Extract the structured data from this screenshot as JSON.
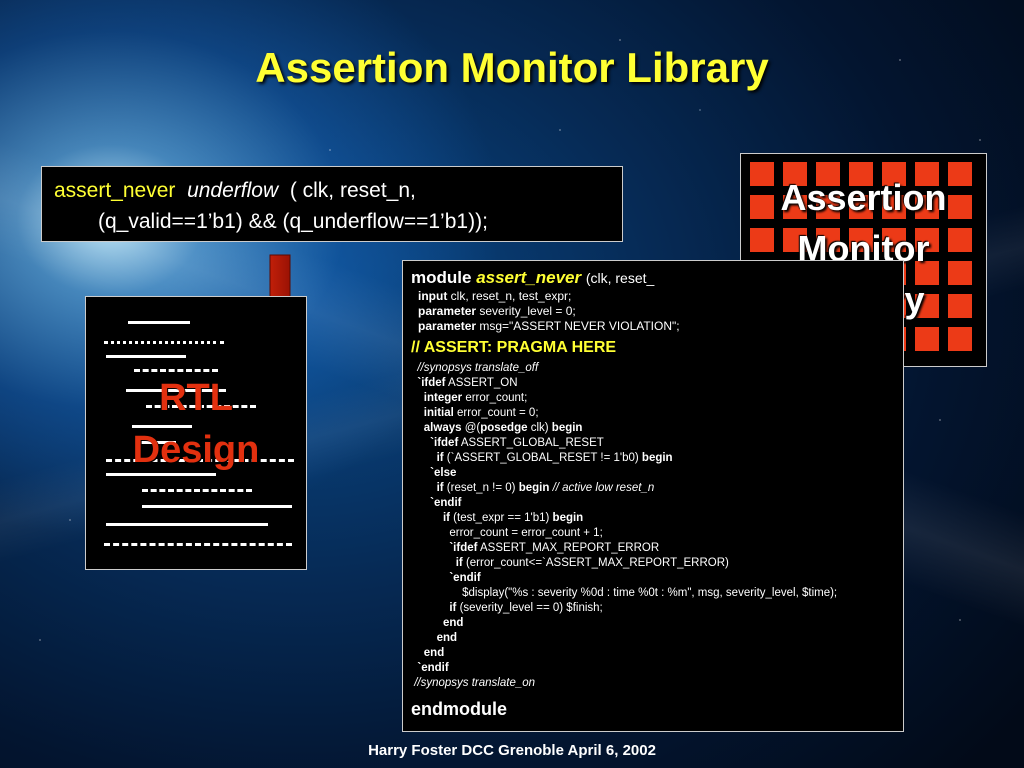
{
  "slide": {
    "title": "Assertion Monitor Library",
    "footer": "Harry Foster  DCC  Grenoble  April 6, 2002"
  },
  "instance": {
    "line1": {
      "name": "assert_never",
      "instance_name": "underflow",
      "args": "( clk, reset_n,"
    },
    "line2": "(q_valid==1’b1) && (q_underflow==1’b1));"
  },
  "rtl_design": {
    "line1": "RTL",
    "line2": "Design"
  },
  "library": {
    "line1": "Assertion",
    "line2": "Monitor",
    "line3": "Library"
  },
  "colors": {
    "title": "#ffff33",
    "accent_red": "#ec3a17",
    "background": "#062a55"
  },
  "module_code": {
    "head_keyword": "module",
    "head_name": "assert_never",
    "head_rest": "(clk, reset_",
    "decls": [
      {
        "kw": "input",
        "text": " clk, reset_n, test_expr;"
      },
      {
        "kw": "parameter",
        "text": " severity_level = 0;"
      },
      {
        "kw": "parameter",
        "text": " msg=\"ASSERT NEVER VIOLATION\";"
      }
    ],
    "pragma": "// ASSERT: PRAGMA HERE",
    "lines": [
      [
        {
          "t": "  "
        },
        {
          "t": "//synopsys translate_off",
          "s": "i"
        }
      ],
      [
        {
          "t": "  "
        },
        {
          "t": "`ifdef",
          "s": "b"
        },
        {
          "t": " ASSERT_ON"
        }
      ],
      [
        {
          "t": "    "
        },
        {
          "t": "integer",
          "s": "b"
        },
        {
          "t": " error_count;"
        }
      ],
      [
        {
          "t": "    "
        },
        {
          "t": "initial",
          "s": "b"
        },
        {
          "t": " error_count = 0;"
        }
      ],
      [
        {
          "t": "    "
        },
        {
          "t": "always",
          "s": "b"
        },
        {
          "t": " @("
        },
        {
          "t": "posedge",
          "s": "b"
        },
        {
          "t": " clk) "
        },
        {
          "t": "begin",
          "s": "b"
        }
      ],
      [
        {
          "t": "      "
        },
        {
          "t": "`ifdef",
          "s": "b"
        },
        {
          "t": " ASSERT_GLOBAL_RESET"
        }
      ],
      [
        {
          "t": "        "
        },
        {
          "t": "if",
          "s": "b"
        },
        {
          "t": " (`ASSERT_GLOBAL_RESET != 1'b0) "
        },
        {
          "t": "begin",
          "s": "b"
        }
      ],
      [
        {
          "t": "      "
        },
        {
          "t": "`else",
          "s": "b"
        }
      ],
      [
        {
          "t": "        "
        },
        {
          "t": "if",
          "s": "b"
        },
        {
          "t": " (reset_n != 0) "
        },
        {
          "t": "begin",
          "s": "b"
        },
        {
          "t": " "
        },
        {
          "t": "// active low reset_n",
          "s": "i"
        }
      ],
      [
        {
          "t": "      "
        },
        {
          "t": "`endif",
          "s": "b"
        }
      ],
      [
        {
          "t": "          "
        },
        {
          "t": "if",
          "s": "b"
        },
        {
          "t": " (test_expr == 1'b1) "
        },
        {
          "t": "begin",
          "s": "b"
        }
      ],
      [
        {
          "t": "            error_count = error_count + 1;"
        }
      ],
      [
        {
          "t": "            "
        },
        {
          "t": "`ifdef",
          "s": "b"
        },
        {
          "t": " ASSERT_MAX_REPORT_ERROR"
        }
      ],
      [
        {
          "t": "              "
        },
        {
          "t": "if",
          "s": "b"
        },
        {
          "t": " (error_count<=`ASSERT_MAX_REPORT_ERROR)"
        }
      ],
      [
        {
          "t": "            "
        },
        {
          "t": "`endif",
          "s": "b"
        }
      ],
      [
        {
          "t": "                $display(\"%s : severity %0d : time %0t : %m\", msg, severity_level, $time);"
        }
      ],
      [
        {
          "t": "            "
        },
        {
          "t": "if",
          "s": "b"
        },
        {
          "t": " (severity_level == 0) $finish;"
        }
      ],
      [
        {
          "t": "          "
        },
        {
          "t": "end",
          "s": "b"
        }
      ],
      [
        {
          "t": "        "
        },
        {
          "t": "end",
          "s": "b"
        }
      ],
      [
        {
          "t": "    "
        },
        {
          "t": "end",
          "s": "b"
        }
      ],
      [
        {
          "t": "  "
        },
        {
          "t": "`endif",
          "s": "b"
        }
      ],
      [
        {
          "t": " "
        },
        {
          "t": "//synopsys translate_on",
          "s": "i"
        }
      ]
    ],
    "end_keyword": "endmodule"
  }
}
